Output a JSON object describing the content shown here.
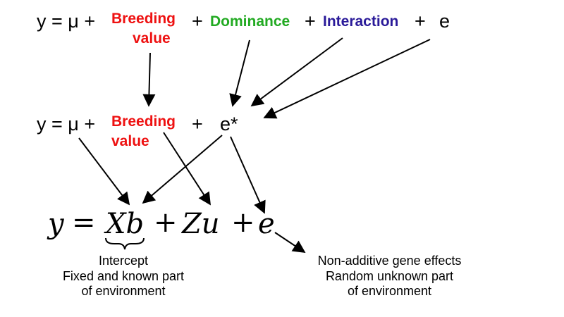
{
  "colors": {
    "breeding": "#ee1111",
    "dominance": "#22aa22",
    "interaction": "#2a1a99",
    "text": "#000000"
  },
  "eq1": {
    "lhs": "y = μ +",
    "breeding_line1": "Breeding",
    "breeding_line2": "value",
    "plus1": "+",
    "dominance": "Dominance",
    "plus2": "+",
    "interaction": "Interaction",
    "plus3": "+",
    "error": "e"
  },
  "eq2": {
    "lhs": "y = μ +",
    "breeding_line1": "Breeding",
    "breeding_line2": "value",
    "plus": "+",
    "error": "e*"
  },
  "model": {
    "y": "y",
    "equals": "=",
    "Xb": "Xb",
    "plus1": "+",
    "Zu": "Zu",
    "plus2": "+",
    "e": "e"
  },
  "notes": {
    "intercept": [
      "Intercept",
      "Fixed and known part",
      "of environment"
    ],
    "nonadditive": [
      "Non-additive gene effects",
      "Random unknown part",
      "of environment"
    ]
  }
}
